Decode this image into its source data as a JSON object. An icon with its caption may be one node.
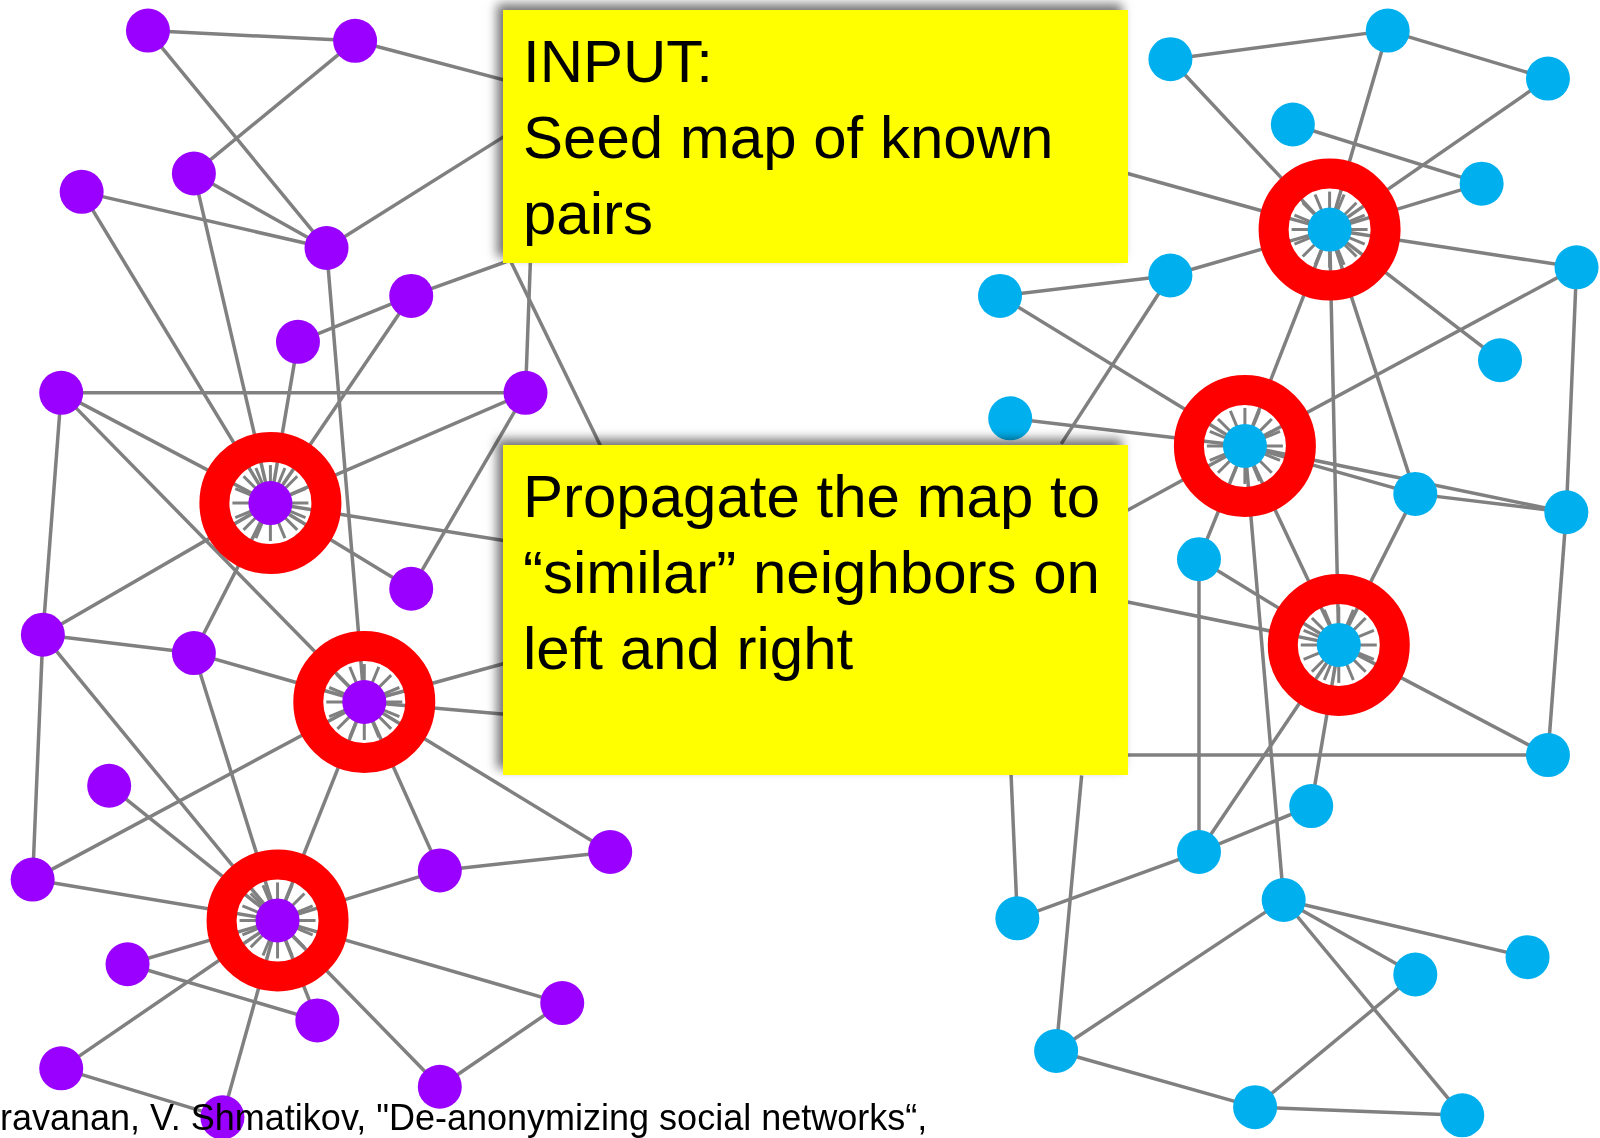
{
  "diagram": {
    "nodes": [
      {
        "text": [
          "INPUT:",
          "Seed map of known pairs"
        ]
      },
      {
        "text": [
          "Propagate the map to “similar” neighbors on left and right"
        ]
      }
    ],
    "labels": [
      "ravanan, V. Shmatikov, \"De-anonymizing social networks“,"
    ]
  }
}
